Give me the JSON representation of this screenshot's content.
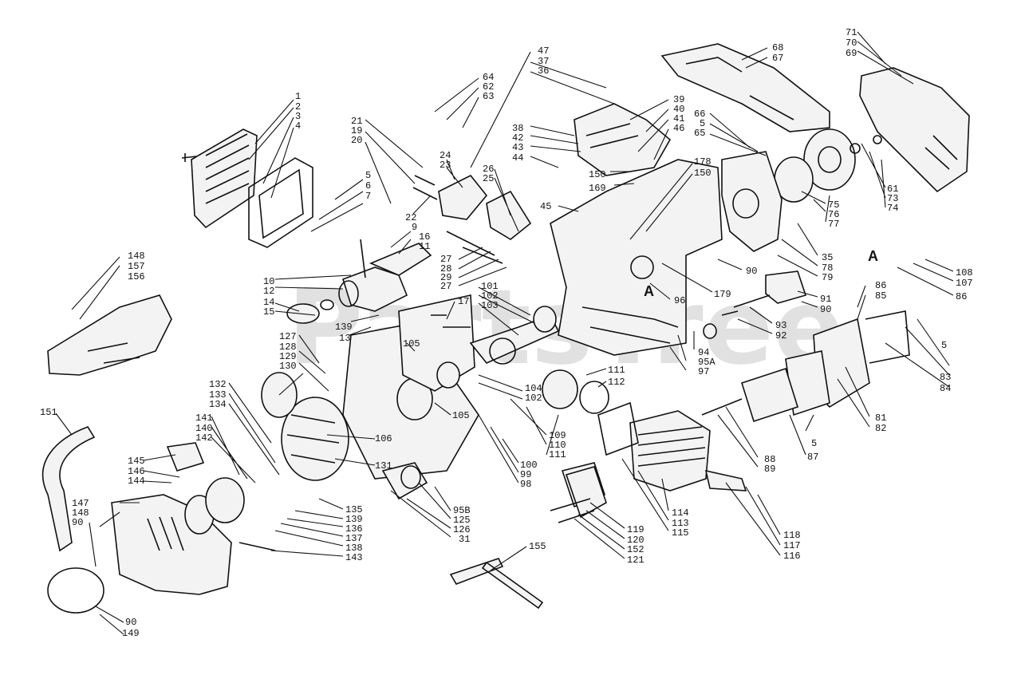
{
  "watermark": "PartsTree",
  "section_markers": [
    "A",
    "A"
  ],
  "callouts": {
    "c1": "1",
    "c2": "2",
    "c3": "3",
    "c4": "4",
    "c5": "5",
    "c6": "6",
    "c7": "7",
    "c9": "9",
    "c16": "16",
    "c11": "11",
    "c10": "10",
    "c12": "12",
    "c14": "14",
    "c15": "15",
    "c139a": "139",
    "c13": "13",
    "c148a": "148",
    "c157": "157",
    "c156": "156",
    "c21": "21",
    "c19": "19",
    "c20": "20",
    "c22": "22",
    "c24": "24",
    "c23": "23",
    "c26": "26",
    "c25": "25",
    "c27a": "27",
    "c28": "28",
    "c29": "29",
    "c27b": "27",
    "c64": "64",
    "c62": "62",
    "c63": "63",
    "c47": "47",
    "c37": "37",
    "c36": "36",
    "c38": "38",
    "c42": "42",
    "c43": "43",
    "c44": "44",
    "c39": "39",
    "c40": "40",
    "c41": "41",
    "c46": "46",
    "c150a": "150",
    "c169": "169",
    "c178": "178",
    "c150b": "150",
    "c45": "45",
    "c68": "68",
    "c67": "67",
    "c71": "71",
    "c70": "70",
    "c69": "69",
    "c66": "66",
    "c5b": "5",
    "c65": "65",
    "c61": "61",
    "c73": "73",
    "c74": "74",
    "c75": "75",
    "c76": "76",
    "c77": "77",
    "c35": "35",
    "c78": "78",
    "c79": "79",
    "c90a": "90",
    "c179": "179",
    "c96": "96",
    "c108": "108",
    "c107": "107",
    "c86a": "86",
    "c86b": "86",
    "c85": "85",
    "c91": "91",
    "c90b": "90",
    "c93": "93",
    "c92": "92",
    "c94": "94",
    "c95a": "95A",
    "c97": "97",
    "c5c": "5",
    "c83": "83",
    "c84": "84",
    "c81": "81",
    "c82": "82",
    "c88": "88",
    "c89": "89",
    "c5d": "5",
    "c87": "87",
    "c101": "101",
    "c102a": "102",
    "c103": "103",
    "c17": "17",
    "c105a": "105",
    "c104": "104",
    "c102b": "102",
    "c105b": "105",
    "c111a": "111",
    "c112": "112",
    "c127": "127",
    "c128": "128",
    "c129": "129",
    "c130": "130",
    "c132": "132",
    "c133": "133",
    "c134": "134",
    "c141": "141",
    "c140": "140",
    "c142": "142",
    "c106": "106",
    "c131": "131",
    "c109": "109",
    "c110": "110",
    "c111b": "111",
    "c100": "100",
    "c99": "99",
    "c98": "98",
    "c145": "145",
    "c146": "146",
    "c144": "144",
    "c147": "147",
    "c148b": "148",
    "c90c": "90",
    "c135": "135",
    "c139b": "139",
    "c136": "136",
    "c137": "137",
    "c138": "138",
    "c143": "143",
    "c95b": "95B",
    "c125": "125",
    "c126": "126",
    "c31": "31",
    "c114": "114",
    "c113": "113",
    "c115": "115",
    "c118": "118",
    "c117": "117",
    "c116": "116",
    "c119": "119",
    "c120": "120",
    "c152": "152",
    "c121": "121",
    "c155": "155",
    "c151": "151",
    "c90d": "90",
    "c149": "149"
  }
}
